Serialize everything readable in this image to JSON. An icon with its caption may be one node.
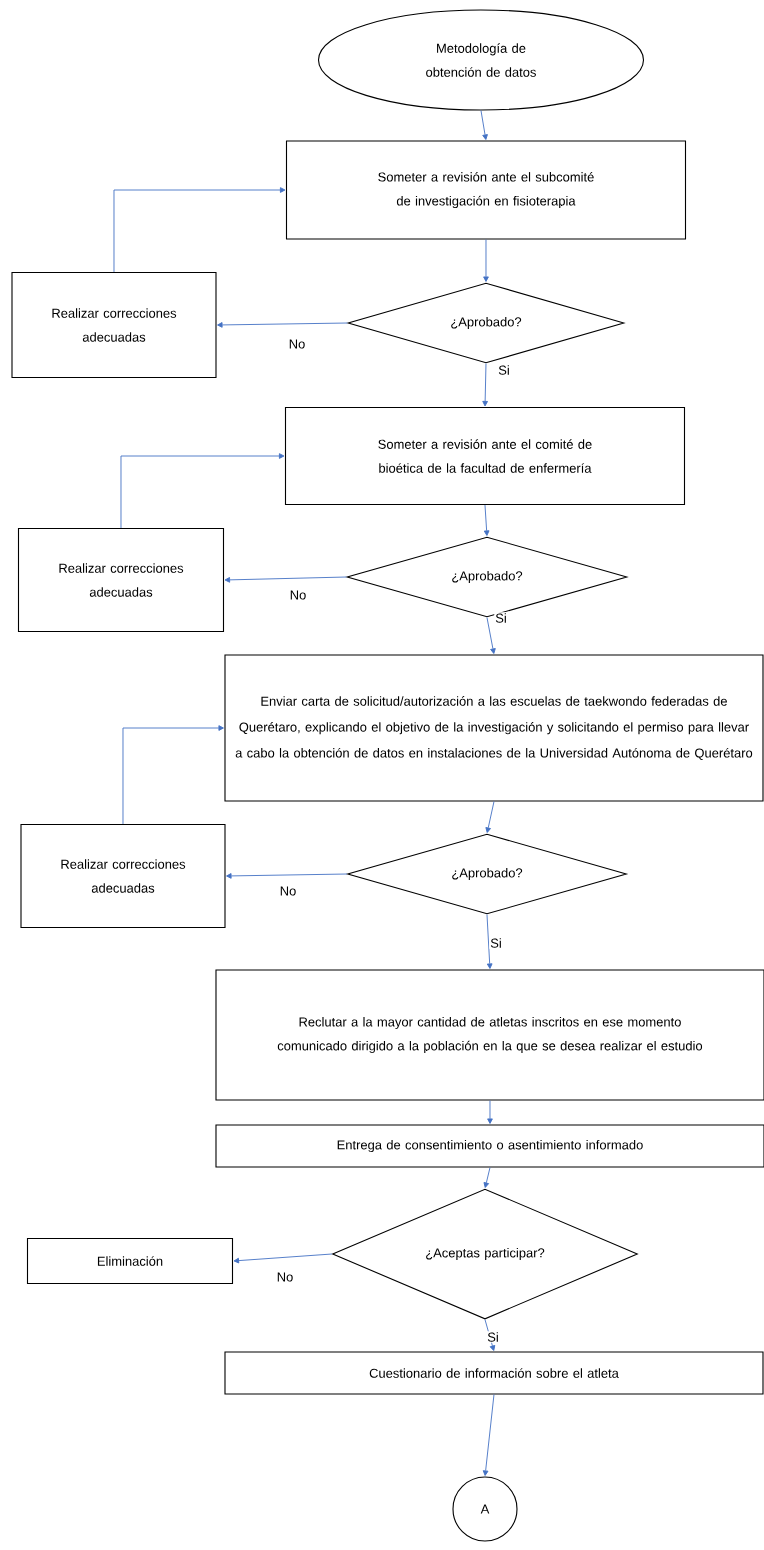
{
  "diagram": {
    "nodes": [
      {
        "text": [
          "Metodología de obtención de datos"
        ]
      },
      {
        "text": [
          "Someter a revisión ante el subcomité de investigación en fisioterapia"
        ]
      },
      {
        "text": [
          "¿Aprobado?"
        ]
      },
      {
        "text": [
          "Realizar correcciones adecuadas"
        ]
      },
      {
        "text": [
          "Someter a revisión ante el comité de bioética de la facultad de enfermería"
        ]
      },
      {
        "text": [
          "¿Aprobado?"
        ]
      },
      {
        "text": [
          "Realizar correcciones adecuadas"
        ]
      },
      {
        "text": [
          "Enviar carta de solicitud/autorización a las escuelas de taekwondo federadas de Querétaro, explicando el objetivo de la investigación y solicitando el permiso para llevar a cabo la obtención de datos en instalaciones de la Universidad Autónoma de Querétaro"
        ]
      },
      {
        "text": [
          "¿Aprobado?"
        ]
      },
      {
        "text": [
          "Realizar correcciones adecuadas"
        ]
      },
      {
        "text": [
          "Reclutar a la mayor cantidad de atletas inscritos en ese momento comunicado dirigido a la población en la que se desea realizar el estudio"
        ]
      },
      {
        "text": [
          "Entrega de consentimiento o asentimiento informado"
        ]
      },
      {
        "text": [
          "¿Aceptas participar?"
        ]
      },
      {
        "text": [
          "Eliminación"
        ]
      },
      {
        "text": [
          "Cuestionario de información sobre el atleta"
        ]
      },
      {
        "text": [
          "A"
        ]
      }
    ],
    "edges": [
      {
        "from": 0,
        "to": 1,
        "arrow": "to"
      },
      {
        "from": 1,
        "to": 2,
        "arrow": "to"
      },
      {
        "from": 2,
        "to": 3,
        "arrow": "to",
        "label": "No"
      },
      {
        "from": 3,
        "to": 1,
        "arrow": "to"
      },
      {
        "from": 2,
        "to": 4,
        "arrow": "to",
        "label": "Si"
      },
      {
        "from": 4,
        "to": 5,
        "arrow": "to"
      },
      {
        "from": 5,
        "to": 6,
        "arrow": "to",
        "label": "No"
      },
      {
        "from": 6,
        "to": 4,
        "arrow": "to"
      },
      {
        "from": 5,
        "to": 7,
        "arrow": "to",
        "label": "Si"
      },
      {
        "from": 7,
        "to": 8,
        "arrow": "to"
      },
      {
        "from": 8,
        "to": 9,
        "arrow": "to",
        "label": "No"
      },
      {
        "from": 9,
        "to": 7,
        "arrow": "to"
      },
      {
        "from": 8,
        "to": 10,
        "arrow": "to",
        "label": "Si"
      },
      {
        "from": 10,
        "to": 11,
        "arrow": "to"
      },
      {
        "from": 11,
        "to": 12,
        "arrow": "to"
      },
      {
        "from": 12,
        "to": 13,
        "arrow": "to",
        "label": "No"
      },
      {
        "from": 12,
        "to": 14,
        "arrow": "to",
        "label": "Si"
      },
      {
        "from": 14,
        "to": 15,
        "arrow": "to"
      }
    ]
  }
}
